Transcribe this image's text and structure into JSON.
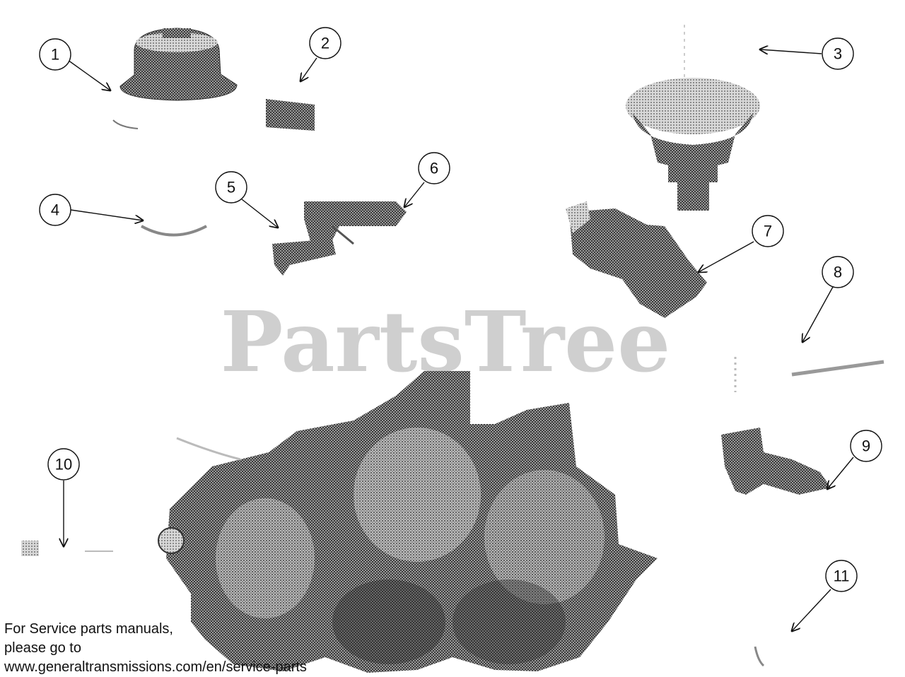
{
  "watermark": "PartsTree",
  "callouts": [
    "1",
    "2",
    "3",
    "4",
    "5",
    "6",
    "7",
    "8",
    "9",
    "10",
    "11"
  ],
  "footer_note": {
    "line1": "For Service parts manuals,",
    "line2": "please go to",
    "line3": "www.generaltransmissions.com/en/service-parts"
  },
  "colors": {
    "ink": "#111111",
    "part_dark": "#3a3a3a",
    "part_mid": "#777777",
    "part_light": "#b5b5b5",
    "watermark": "#cfcfcf"
  }
}
